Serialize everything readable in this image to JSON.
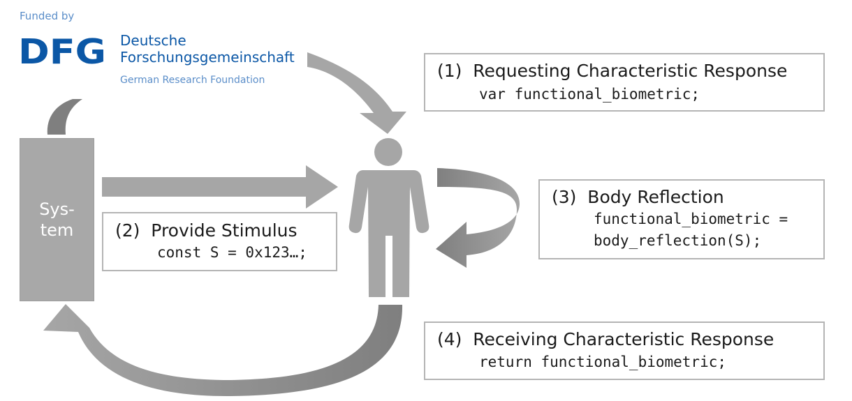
{
  "header": {
    "funded_by": "Funded by",
    "logo_letters": "DFG",
    "logo_name_line1": "Deutsche",
    "logo_name_line2": "Forschungsgemeinschaft",
    "logo_subtitle": "German Research Foundation"
  },
  "system": {
    "label": "Sys-\ntem"
  },
  "steps": [
    {
      "title": "(1)  Requesting Characteristic Response",
      "code": "var functional_biometric;"
    },
    {
      "title": "(2)  Provide Stimulus",
      "code": "const S = 0x123…;"
    },
    {
      "title": "(3)  Body Reflection",
      "code": "functional_biometric =\nbody_reflection(S);"
    },
    {
      "title": "(4)  Receiving Characteristic Response",
      "code": "return functional_biometric;"
    }
  ],
  "colors": {
    "arrow_light": "#a6a6a6",
    "arrow_dark": "#7f7f7f",
    "person": "#a6a6a6",
    "box_border": "#b4b4b4",
    "dfg_blue": "#0b57a6",
    "dfg_light_blue": "#5b8ec9"
  }
}
